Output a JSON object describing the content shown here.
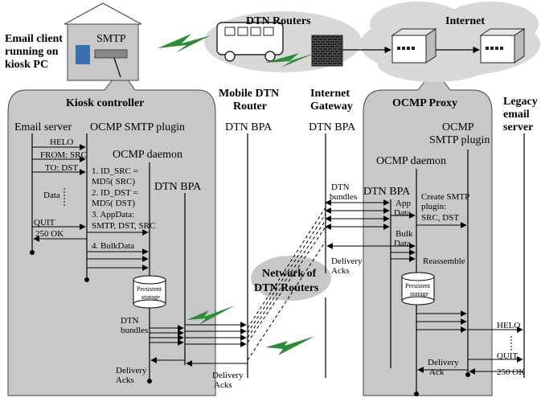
{
  "header": {
    "email_client_line1": "Email client",
    "email_client_line2": "running on",
    "email_client_line3": "kiosk PC",
    "smtp_label": "SMTP",
    "dtn_routers_title": "DTN Routers",
    "internet_title": "Internet"
  },
  "kiosk": {
    "title": "Kiosk controller",
    "email_server": "Email server",
    "ocmp_smtp_plugin": "OCMP SMTP plugin",
    "ocmp_daemon": "OCMP daemon",
    "dtn_bpa": "DTN BPA",
    "helo": "HELO",
    "from": "FROM: SRC",
    "to": "TO: DST",
    "data": "Data",
    "quit": "QUIT",
    "ok": "250 OK",
    "step1a": "1. ID_SRC =",
    "step1b": "MD5( SRC)",
    "step2a": "2. ID_DST =",
    "step2b": "MD5( DST)",
    "step3a": "3. AppData:",
    "step3b": "SMTP, DST, SRC",
    "step4": "4. BulkData",
    "storage1": "Persistent",
    "storage2": "storage",
    "dtn_bundles1": "DTN",
    "dtn_bundles2": "bundles",
    "delivery1": "Delivery",
    "delivery2": "Acks"
  },
  "mobile": {
    "title1": "Mobile DTN",
    "title2": "Router",
    "bpa": "DTN BPA",
    "delivery1": "Delivery",
    "delivery2": "Acks"
  },
  "gateway": {
    "title1": "Internet",
    "title2": "Gateway",
    "bpa": "DTN BPA",
    "dtn_bundles1": "DTN",
    "dtn_bundles2": "bundles",
    "delivery1": "Delivery",
    "delivery2": "Acks"
  },
  "network": {
    "label1": "Network of",
    "label2": "DTN Routers"
  },
  "proxy": {
    "title": "OCMP Proxy",
    "smtp_plugin1": "OCMP",
    "smtp_plugin2": "SMTP plugin",
    "daemon": "OCMP daemon",
    "bpa": "DTN BPA",
    "app1": "App",
    "app2": "Data",
    "bulk1": "Bulk",
    "bulk2": "Data",
    "create1": "Create SMTP",
    "create2": "plugin:",
    "create3": "SRC, DST",
    "reassemble": "Reassemble",
    "storage1": "Persistent",
    "storage2": "storage",
    "delivery1": "Delivery",
    "delivery2": "Ack",
    "helo": "HELO",
    "quit": "QUIT",
    "ok": "250 OK"
  },
  "legacy": {
    "line1": "Legacy",
    "line2": "email",
    "line3": "server"
  },
  "colors": {
    "panel": "#c8c8c8",
    "cloud": "#d8d8d8",
    "lightning": "#2e8b3a",
    "line": "#000000"
  }
}
